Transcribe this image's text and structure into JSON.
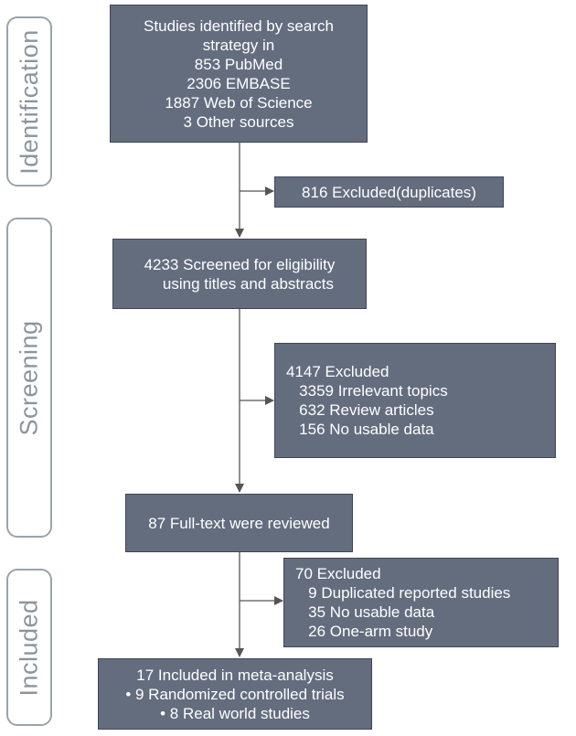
{
  "phases": {
    "identification": "Identification",
    "screening": "Screening",
    "included": "Included"
  },
  "boxes": {
    "identified": {
      "lines": [
        "Studies identified by search",
        "strategy in",
        "853 PubMed",
        "2306 EMBASE",
        "1887 Web of Science",
        "3 Other sources"
      ]
    },
    "duplicates": {
      "lines": [
        "816 Excluded(duplicates)"
      ]
    },
    "screened": {
      "lines": [
        "4233 Screened for eligibility",
        "    using titles and abstracts"
      ]
    },
    "excluded_screening": {
      "lines": [
        "4147 Excluded",
        "   3359 Irrelevant topics",
        "   632 Review articles",
        "   156 No usable data"
      ]
    },
    "fulltext": {
      "lines": [
        "87 Full-text were reviewed"
      ]
    },
    "excluded_fulltext": {
      "lines": [
        "70 Excluded",
        "   9 Duplicated reported studies",
        "   35 No usable data",
        "   26 One-arm study"
      ]
    },
    "included": {
      "lines": [
        "17 Included in meta-analysis",
        "• 9 Randomized controlled trials",
        "• 8 Real world studies"
      ]
    }
  },
  "colors": {
    "box_fill": "#646d7e",
    "box_border": "#3f4654",
    "phase_border": "#9aa3ad",
    "phase_text": "#8c949c",
    "arrow": "#555555"
  }
}
